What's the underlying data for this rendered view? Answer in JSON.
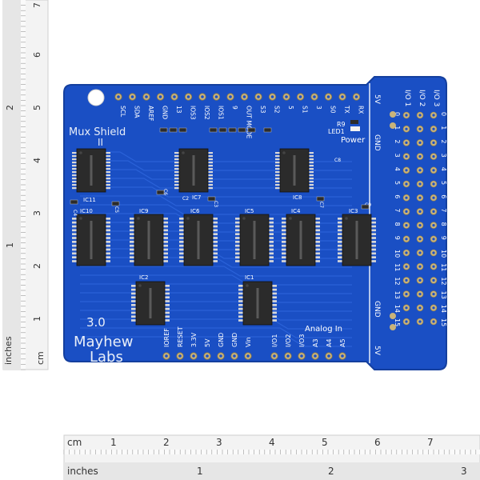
{
  "ruler_left": {
    "unit_cm": "cm",
    "unit_inches": "inches",
    "cm_ticks": [
      "1",
      "2",
      "3",
      "4",
      "5",
      "6",
      "7"
    ],
    "inch_ticks": [
      "1",
      "2"
    ]
  },
  "ruler_bottom": {
    "unit_cm": "cm",
    "unit_inches": "inches",
    "cm_ticks": [
      "1",
      "2",
      "3",
      "4",
      "5",
      "6",
      "7"
    ],
    "inch_ticks": [
      "1",
      "2",
      "3"
    ]
  },
  "board": {
    "title_line1": "Mux Shield",
    "title_line2": "II",
    "brand_line1": "Mayhew",
    "brand_line2": "Labs",
    "version": "3.0",
    "top_header": [
      "SCL",
      "SDA",
      "AREF",
      "GND",
      "13",
      "IOS3",
      "IOS2",
      "IOS1",
      "9",
      "OUT MODE",
      "S3",
      "S2",
      "5",
      "S1",
      "3",
      "S0",
      "TX",
      "RX"
    ],
    "bottom_header": [
      "IOREF",
      "RESET",
      "3.3V",
      "5V",
      "GND",
      "GND",
      "Vin",
      "I/O1",
      "I/O2",
      "I/O3",
      "A3",
      "A4",
      "A5"
    ],
    "analog_in": "Analog In",
    "power_label": "Power",
    "led_label": "LED1",
    "r9_label": "R9",
    "rail_5v_top": "5V",
    "rail_gnd_top": "GND",
    "rail_gnd_bottom": "GND",
    "rail_5v_bottom": "5V",
    "io_headers": [
      "I/O 1",
      "I/O 2",
      "I/O 3"
    ],
    "row_numbers_left": [
      "0",
      "1",
      "2",
      "3",
      "4",
      "5",
      "6",
      "7",
      "8",
      "9",
      "10",
      "11",
      "12",
      "13",
      "14",
      "15"
    ],
    "row_numbers_right": [
      "0",
      "1",
      "2",
      "3",
      "4",
      "5",
      "6",
      "7",
      "8",
      "9",
      "10",
      "11",
      "12",
      "13",
      "14",
      "15"
    ],
    "ic_labels": [
      "IC11",
      "IC10",
      "IC9",
      "IC6",
      "IC5",
      "IC4",
      "IC3",
      "IC7",
      "IC8",
      "IC2",
      "IC1"
    ],
    "cap_labels": [
      "C4",
      "C5",
      "C6",
      "C2",
      "C3",
      "C7",
      "C8",
      "C9"
    ],
    "colors": {
      "pcb": "#1a4fc4",
      "pcb_edge": "#143f9e",
      "silk": "#e8eef8",
      "chip": "#2b2b2b",
      "pad": "#c9b37a"
    }
  }
}
